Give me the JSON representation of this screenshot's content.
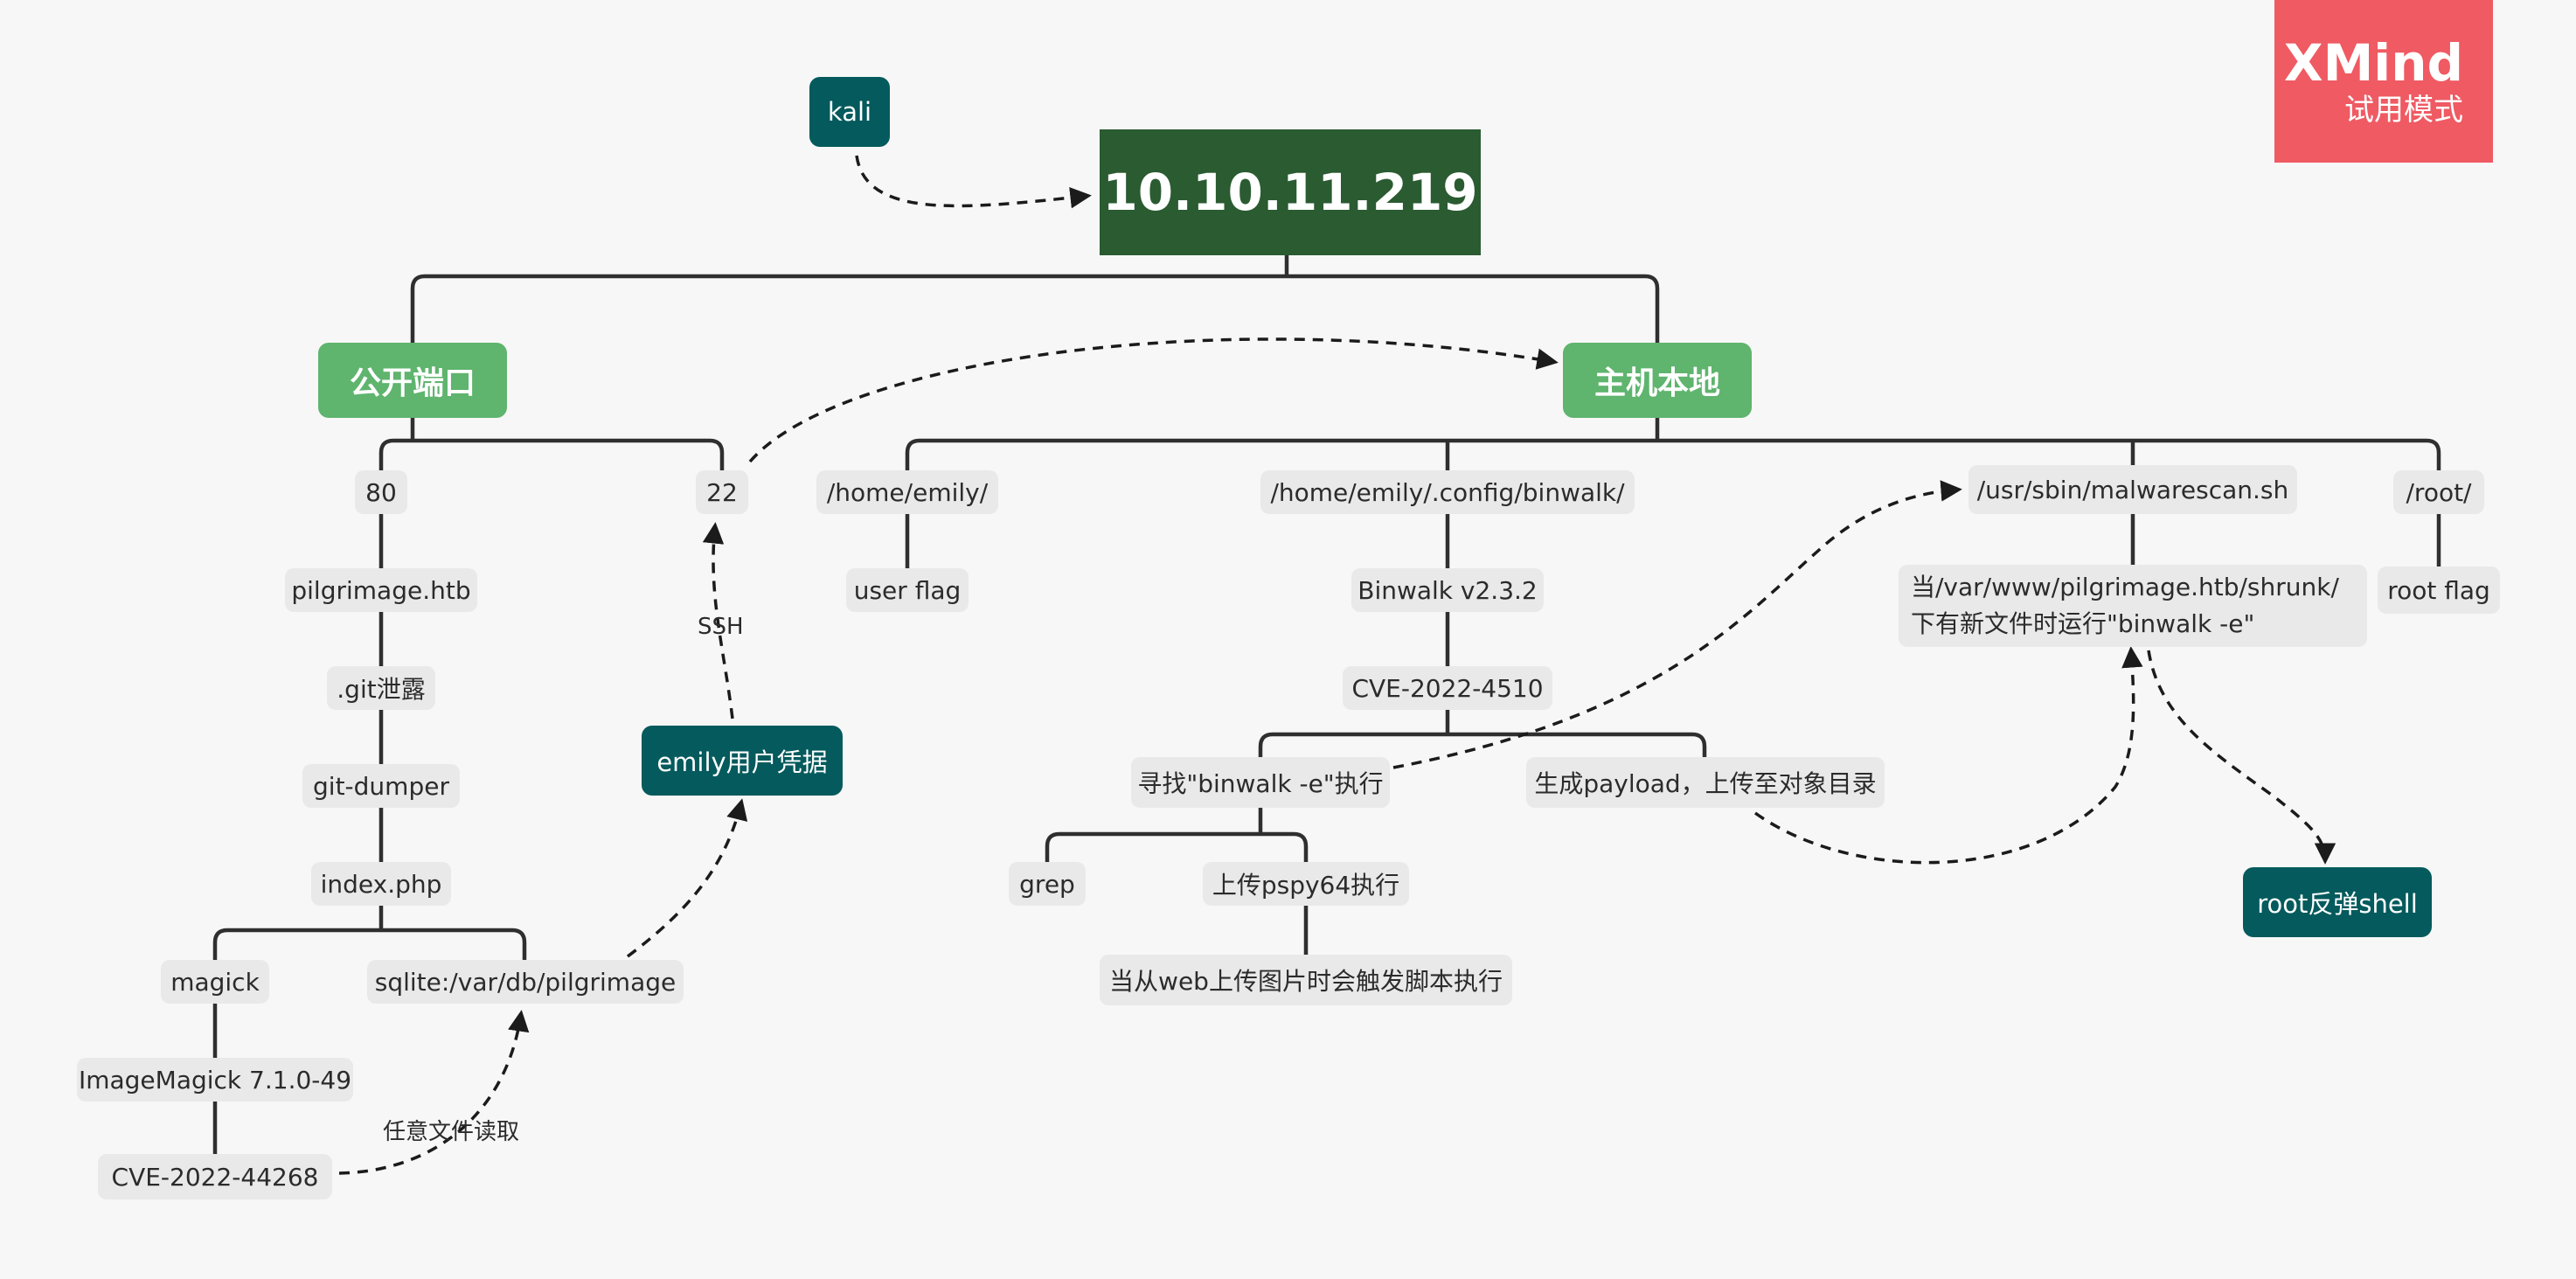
{
  "watermark": {
    "brand": "XMind",
    "mode": "试用模式"
  },
  "nodes": {
    "kali": "kali",
    "root": "10.10.11.219",
    "public_ports": "公开端口",
    "host_local": "主机本地",
    "port80": "80",
    "port22": "22",
    "pilgrimage": "pilgrimage.htb",
    "git_leak": ".git泄露",
    "git_dumper": "git-dumper",
    "index_php": "index.php",
    "magick": "magick",
    "sqlite": "sqlite:/var/db/pilgrimage",
    "imagemagick": "ImageMagick 7.1.0-49",
    "cve_44268": "CVE-2022-44268",
    "emily_creds": "emily用户凭据",
    "home_emily": "/home/emily/",
    "user_flag": "user flag",
    "binwalk_cfg": "/home/emily/.config/binwalk/",
    "binwalk_ver": "Binwalk v2.3.2",
    "cve_4510": "CVE-2022-4510",
    "find_binwalk": "寻找\"binwalk -e\"执行",
    "gen_payload": "生成payload，上传至对象目录",
    "grep": "grep",
    "pspy": "上传pspy64执行",
    "web_trigger": "当从web上传图片时会触发脚本执行",
    "malwarescan": "/usr/sbin/malwarescan.sh",
    "malwarescan_desc": "当/var/www/pilgrimage.htb/shrunk/下有新文件时运行\"binwalk -e\"",
    "root_dir": "/root/",
    "root_flag": "root flag",
    "root_shell": "root反弹shell"
  },
  "edge_labels": {
    "ssh": "SSH",
    "arbitrary_read": "任意文件读取"
  },
  "colors": {
    "root": "#2a5b31",
    "main_topic": "#5fb46e",
    "highlight": "#045a5c",
    "node": "#e9e9e9",
    "line": "#2f2f2f",
    "watermark": "#ef5a63"
  }
}
